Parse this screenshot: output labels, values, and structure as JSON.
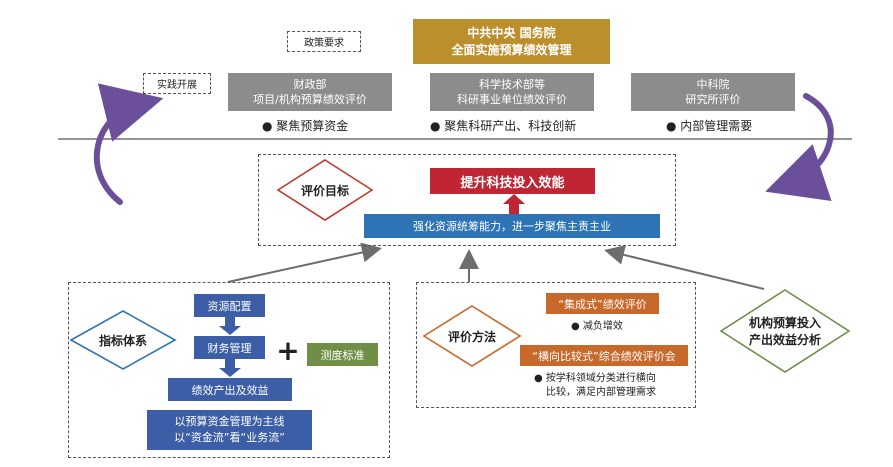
{
  "top": {
    "policy_label": "政策要求",
    "practice_label": "实践开展",
    "central": {
      "line1": "中共中央 国务院",
      "line2": "全面实施预算绩效管理"
    },
    "orgs": [
      {
        "line1": "财政部",
        "line2": "项目/机构预算绩效评价",
        "focus": "聚焦预算资金"
      },
      {
        "line1": "科学技术部等",
        "line2": "科研事业单位绩效评价",
        "focus": "聚焦科研产出、科技创新"
      },
      {
        "line1": "中科院",
        "line2": "研究所评价",
        "focus": "内部管理需要"
      }
    ]
  },
  "goal": {
    "label": "评价目标",
    "target": "提升科技投入效能",
    "base": "强化资源统筹能力，进一步聚焦主责主业"
  },
  "indicator": {
    "label": "指标体系",
    "steps": [
      "资源配置",
      "财务管理",
      "绩效产出及效益"
    ],
    "plus": "+",
    "measure": "测度标准",
    "summary_line1": "以预算资金管理为主线",
    "summary_line2": "以“资金流”看“业务流”"
  },
  "method": {
    "label": "评价方法",
    "m1": "“集成式”绩效评价",
    "m1_point": "减负增效",
    "m2": "“横向比较式”综合绩效评价会",
    "m2_point_line1": "按学科领域分类进行横向",
    "m2_point_line2": "比较，满足内部管理需求"
  },
  "analysis": {
    "line1": "机构预算投入",
    "line2": "产出效益分析"
  },
  "colors": {
    "gold": "#bb8f2c",
    "gray": "#8c8c8c",
    "red": "#bf2532",
    "blue": "#3b5ea7",
    "green": "#6e8f45",
    "orange": "#c8692c",
    "purple": "#6b4f9a"
  }
}
